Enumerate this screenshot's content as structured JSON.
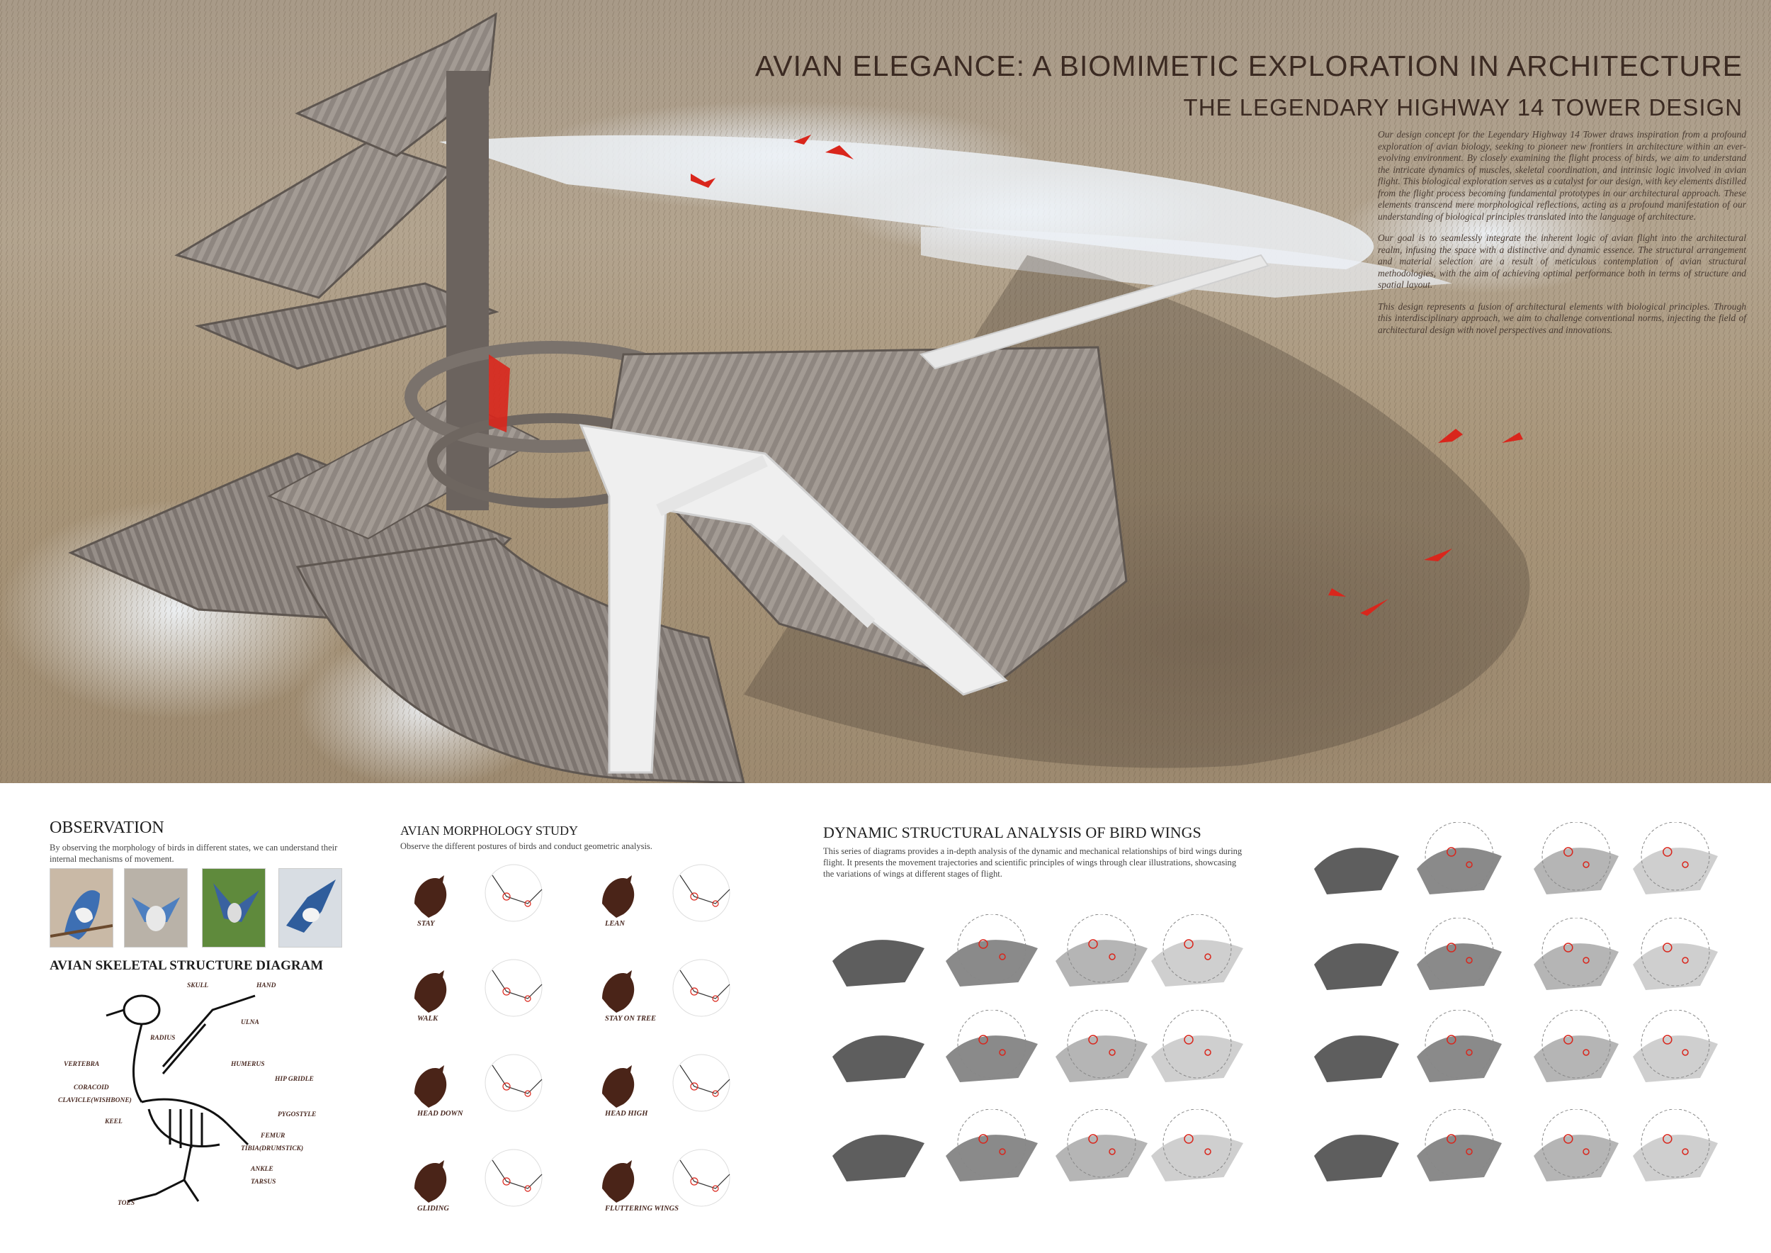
{
  "header": {
    "title": "AVIAN ELEGANCE: A BIOMIMETIC EXPLORATION IN ARCHITECTURE",
    "subtitle": "THE LEGENDARY HIGHWAY 14 TOWER DESIGN"
  },
  "description": [
    "Our design concept for the Legendary Highway 14 Tower draws inspiration from a profound exploration of avian biology, seeking to pioneer new frontiers in architecture within an ever-evolving environment. By closely examining the flight process of birds, we aim to understand the intricate dynamics of muscles, skeletal coordination, and intrinsic logic involved in avian flight. This biological exploration serves as a catalyst for our design, with key elements distilled from the flight process becoming fundamental prototypes in our architectural approach. These elements transcend mere morphological reflections, acting as a profound manifestation of our understanding of biological principles translated into the language of architecture.",
    "Our goal is to seamlessly integrate the inherent logic of avian flight into the architectural realm, infusing the space with a distinctive and dynamic essence. The structural arrangement and material selection are a result of meticulous contemplation of avian structural methodologies, with the aim of achieving optimal performance both in terms of structure and spatial layout.",
    "This design represents a fusion of architectural elements with biological principles. Through this interdisciplinary approach, we aim to challenge conventional norms, injecting the field of architectural design with novel perspectives and innovations."
  ],
  "observation": {
    "title": "OBSERVATION",
    "text": "By observing the morphology of birds in different states, we can understand their internal mechanisms of movement."
  },
  "skeleton": {
    "title": "AVIAN SKELETAL STRUCTURE DIAGRAM",
    "labels": [
      "SKULL",
      "HAND",
      "ULNA",
      "RADIUS",
      "VERTEBRA",
      "HUMERUS",
      "CORACOID",
      "HIP GRIDLE",
      "CLAVICLE(WISHBONE)",
      "PYGOSTYLE",
      "KEEL",
      "FEMUR",
      "TIBIA(DRUMSTICK)",
      "ANKLE",
      "TARSUS",
      "TOES"
    ]
  },
  "morphology": {
    "title": "AVIAN MORPHOLOGY STUDY",
    "text": "Observe the different postures of birds and conduct geometric analysis.",
    "postures": [
      "STAY",
      "LEAN",
      "WALK",
      "STAY ON TREE",
      "HEAD DOWN",
      "HEAD HIGH",
      "GLIDING",
      "FLUTTERING WINGS"
    ]
  },
  "dynamic": {
    "title": "DYNAMIC STRUCTURAL ANALYSIS OF BIRD WINGS",
    "text": "This series of diagrams provides a in-depth analysis of the dynamic and mechanical relationships of bird wings during flight. It presents the movement trajectories and scientific principles of wings through clear illustrations, showcasing the variations of wings at different stages of flight."
  },
  "colors": {
    "accent_red": "#d9261c",
    "title_brown": "#3b2a22",
    "silhouette": "#4a2418"
  }
}
